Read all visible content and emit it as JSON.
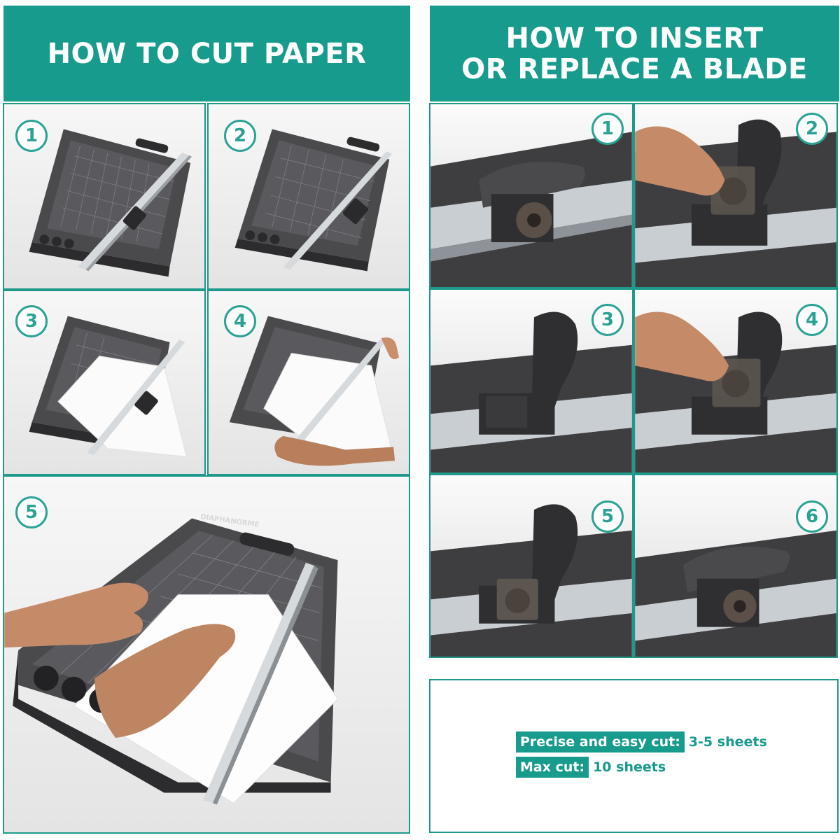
{
  "left_panel": {
    "title": "HOW TO CUT PAPER",
    "steps": [
      "1",
      "2",
      "3",
      "4",
      "5"
    ]
  },
  "right_panel": {
    "title_line1": "HOW TO INSERT",
    "title_line2": "OR REPLACE A BLADE",
    "steps": [
      "1",
      "2",
      "3",
      "4",
      "5",
      "6"
    ]
  },
  "product": {
    "brand_text": "DIAPHANORME"
  },
  "specs": [
    {
      "label": "Precise and easy cut:",
      "value": "3-5 sheets"
    },
    {
      "label": "Max cut:",
      "value": "10 sheets"
    }
  ],
  "colors": {
    "accent": "#169b8c",
    "badge": "#2aa394",
    "device": "#3a3a3c",
    "rail": "#cfd3d6"
  }
}
